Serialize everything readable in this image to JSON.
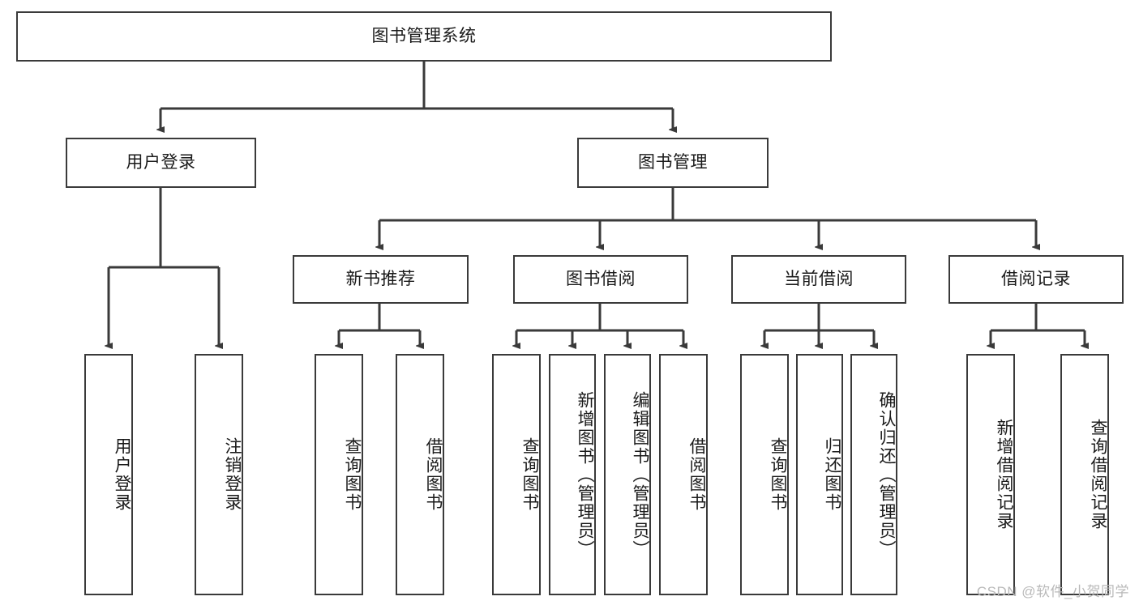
{
  "diagram": {
    "type": "hierarchy-tree",
    "title": "图书管理系统",
    "levels": 4,
    "root": {
      "id": "root",
      "label": "图书管理系统",
      "orientation": "horizontal"
    },
    "level2": [
      {
        "id": "user-login",
        "label": "用户登录",
        "orientation": "horizontal"
      },
      {
        "id": "book-manage",
        "label": "图书管理",
        "orientation": "horizontal"
      }
    ],
    "level3": [
      {
        "id": "new-book-rec",
        "label": "新书推荐",
        "orientation": "horizontal",
        "parent": "book-manage"
      },
      {
        "id": "book-borrow",
        "label": "图书借阅",
        "orientation": "horizontal",
        "parent": "book-manage"
      },
      {
        "id": "current-borrow",
        "label": "当前借阅",
        "orientation": "horizontal",
        "parent": "book-manage"
      },
      {
        "id": "borrow-record",
        "label": "借阅记录",
        "orientation": "horizontal",
        "parent": "book-manage"
      }
    ],
    "leaves": [
      {
        "id": "leaf-user-login",
        "label": "用户登录",
        "parent": "user-login",
        "orientation": "vertical"
      },
      {
        "id": "leaf-logout",
        "label": "注销登录",
        "parent": "user-login",
        "orientation": "vertical"
      },
      {
        "id": "leaf-query-book-1",
        "label": "查询图书",
        "parent": "new-book-rec",
        "orientation": "vertical"
      },
      {
        "id": "leaf-borrow-book-1",
        "label": "借阅图书",
        "parent": "new-book-rec",
        "orientation": "vertical"
      },
      {
        "id": "leaf-query-book-2",
        "label": "查询图书",
        "parent": "book-borrow",
        "orientation": "vertical"
      },
      {
        "id": "leaf-add-book",
        "label": "新增图书（管理员）",
        "parent": "book-borrow",
        "orientation": "vertical"
      },
      {
        "id": "leaf-edit-book",
        "label": "编辑图书（管理员）",
        "parent": "book-borrow",
        "orientation": "vertical"
      },
      {
        "id": "leaf-borrow-book-2",
        "label": "借阅图书",
        "parent": "book-borrow",
        "orientation": "vertical"
      },
      {
        "id": "leaf-query-book-3",
        "label": "查询图书",
        "parent": "current-borrow",
        "orientation": "vertical"
      },
      {
        "id": "leaf-return-book",
        "label": "归还图书",
        "parent": "current-borrow",
        "orientation": "vertical"
      },
      {
        "id": "leaf-confirm-return",
        "label": "确认归还（管理员）",
        "parent": "current-borrow",
        "orientation": "vertical"
      },
      {
        "id": "leaf-add-record",
        "label": "新增借阅记录",
        "parent": "borrow-record",
        "orientation": "vertical"
      },
      {
        "id": "leaf-query-record",
        "label": "查询借阅记录",
        "parent": "borrow-record",
        "orientation": "vertical"
      }
    ],
    "colors": {
      "border": "#3a3a3a",
      "fill": "#ffffff",
      "text": "#1a1a1a",
      "connector": "#3a3a3a",
      "watermark": "#b9b9b9"
    }
  },
  "watermark": {
    "text": "CSDN @软件_小贺同学"
  }
}
